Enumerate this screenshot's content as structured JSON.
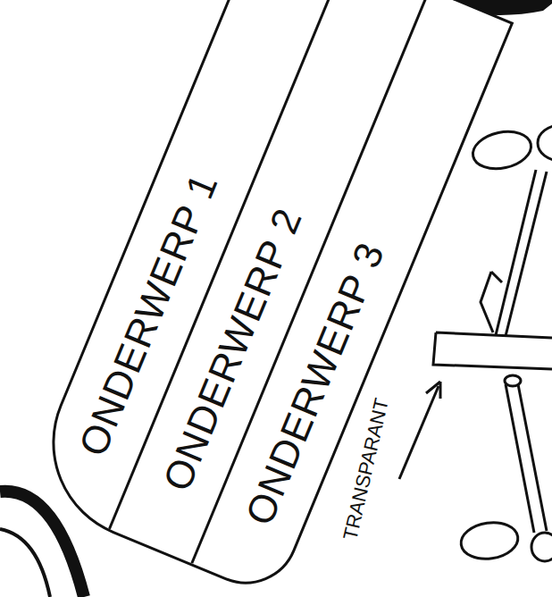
{
  "diagram": {
    "nodes": [
      {
        "text": [
          "ONDERWERP 1"
        ]
      },
      {
        "text": [
          "ONDERWERP 2"
        ]
      },
      {
        "text": [
          "ONDERWERP 3"
        ]
      }
    ],
    "labels": [
      "TRANSPARANT"
    ]
  }
}
